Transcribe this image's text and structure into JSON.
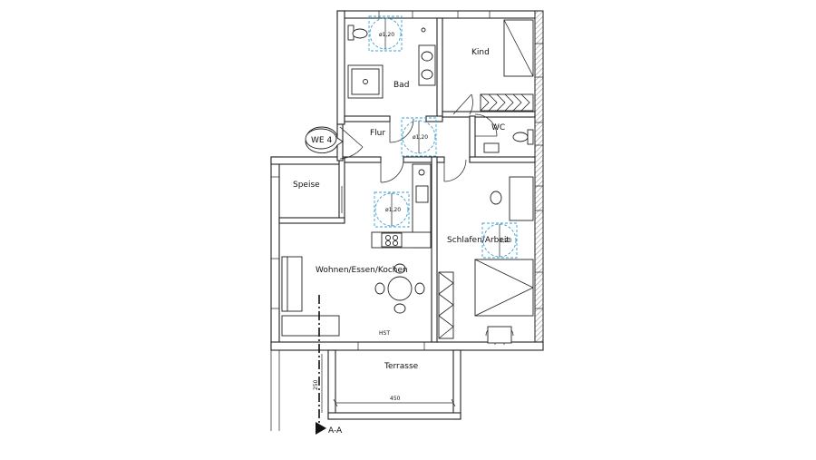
{
  "plan": {
    "unit_label": "WE 4",
    "rooms": {
      "bad": "Bad",
      "kind": "Kind",
      "flur": "Flur",
      "wc": "WC",
      "speise": "Speise",
      "wohnen": "Wohnen/Essen/Kochen",
      "schlafen": "Schlafen/Arbeit",
      "terrasse": "Terrasse"
    },
    "turning_circle": "ø1,20",
    "turning_circle_partial": "1,20",
    "hst": "HST",
    "dimensions": {
      "terrace_width": "450",
      "terrace_depth": "250"
    },
    "section_marker": "A-A"
  }
}
